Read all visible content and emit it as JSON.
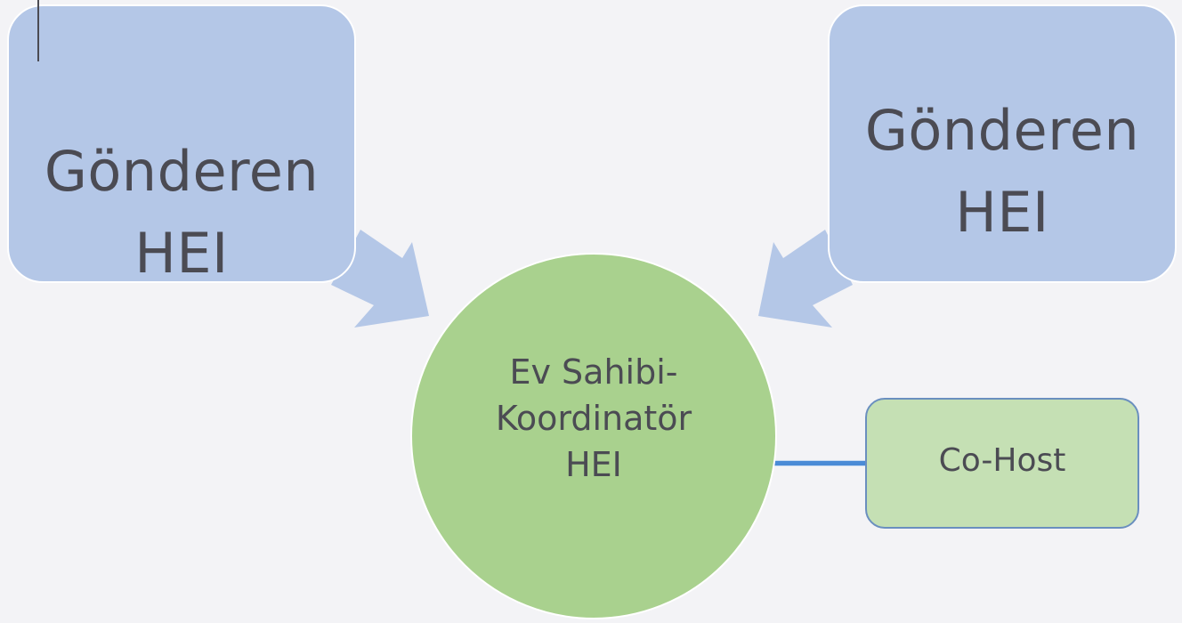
{
  "diagram": {
    "background_color": "#f3f3f6",
    "senders": [
      {
        "label": "Gönderen\nHEI",
        "fill": "#b4c7e7",
        "has_text_cursor": true
      },
      {
        "label": "Gönderen\nHEI",
        "fill": "#b4c7e7",
        "has_text_cursor": false
      }
    ],
    "host": {
      "label": "Ev Sahibi-\nKoordinatör\nHEI",
      "fill": "#a9d18e"
    },
    "cohost": {
      "label": "Co-Host",
      "fill": "#c5e0b4",
      "border": "#6a8fbf"
    },
    "arrow_color": "#b4c7e7",
    "connector_color": "#4a8bd6",
    "text_color": "#4b4b53"
  }
}
